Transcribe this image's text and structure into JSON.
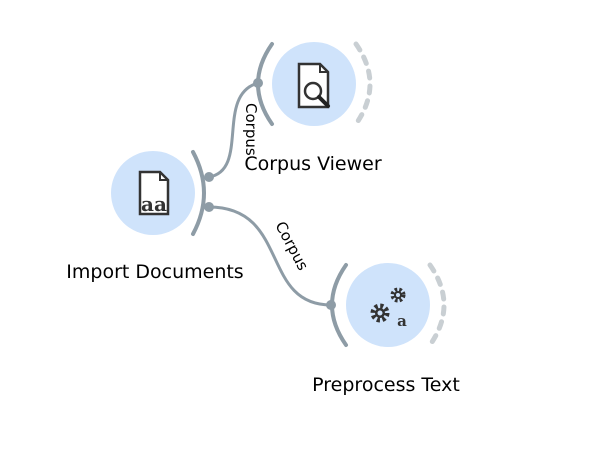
{
  "colors": {
    "node_fill": "#cfe3fb",
    "node_glow": "#e4effd",
    "link": "#8e9ca6",
    "anchor_dark": "#7f8d97",
    "anchor_dashed": "#c9cfd3"
  },
  "nodes": [
    {
      "id": "import",
      "label": "Import Documents",
      "icon": "document-text-icon"
    },
    {
      "id": "viewer",
      "label": "Corpus Viewer",
      "icon": "document-search-icon"
    },
    {
      "id": "preprocess",
      "label": "Preprocess Text",
      "icon": "gears-text-icon"
    }
  ],
  "links": [
    {
      "from": "import",
      "to": "viewer",
      "label": "Corpus"
    },
    {
      "from": "import",
      "to": "preprocess",
      "label": "Corpus"
    }
  ]
}
